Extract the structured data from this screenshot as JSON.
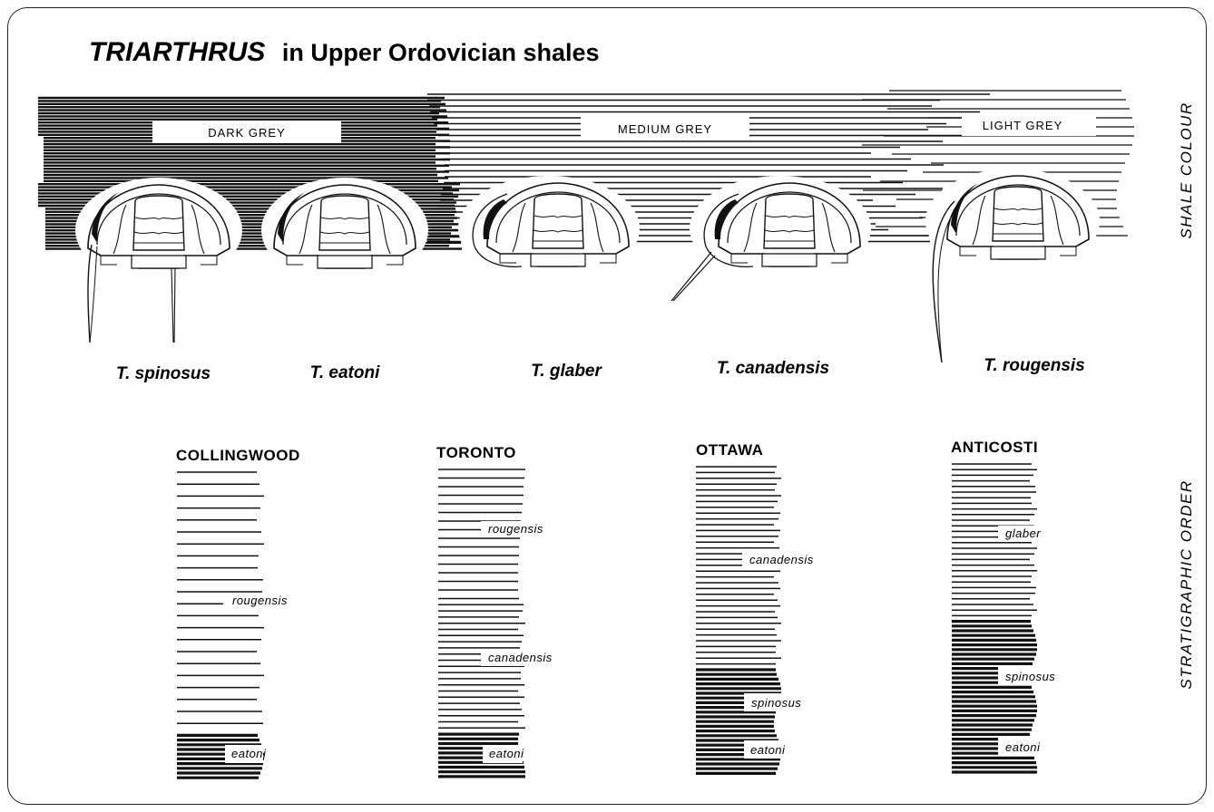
{
  "title": {
    "genus": "TRIARTHRUS",
    "rest": "in Upper Ordovician shales"
  },
  "side_labels": {
    "top": "SHALE COLOUR",
    "bottom": "STRATIGRAPHIC ORDER"
  },
  "shale_bands": [
    {
      "label": "DARK GREY",
      "tone": "dark"
    },
    {
      "label": "MEDIUM GREY",
      "tone": "medium"
    },
    {
      "label": "LIGHT GREY",
      "tone": "light"
    }
  ],
  "species": [
    {
      "name": "T. spinosus",
      "spines": "long-genal"
    },
    {
      "name": "T. eatoni",
      "spines": "none"
    },
    {
      "name": "T. glaber",
      "spines": "none"
    },
    {
      "name": "T. canadensis",
      "spines": "short-genal"
    },
    {
      "name": "T. rougensis",
      "spines": "long-genal"
    }
  ],
  "colors": {
    "ink": "#111111",
    "background": "#ffffff"
  },
  "columns": [
    {
      "location": "COLLINGWOOD",
      "markers": [
        {
          "name": "rougensis"
        },
        {
          "name": "eatoni"
        }
      ]
    },
    {
      "location": "TORONTO",
      "markers": [
        {
          "name": "rougensis"
        },
        {
          "name": "canadensis"
        },
        {
          "name": "eatoni"
        }
      ]
    },
    {
      "location": "OTTAWA",
      "markers": [
        {
          "name": "canadensis"
        },
        {
          "name": "spinosus"
        },
        {
          "name": "eatoni"
        }
      ]
    },
    {
      "location": "ANTICOSTI",
      "markers": [
        {
          "name": "glaber"
        },
        {
          "name": "spinosus"
        },
        {
          "name": "eatoni"
        }
      ]
    }
  ]
}
